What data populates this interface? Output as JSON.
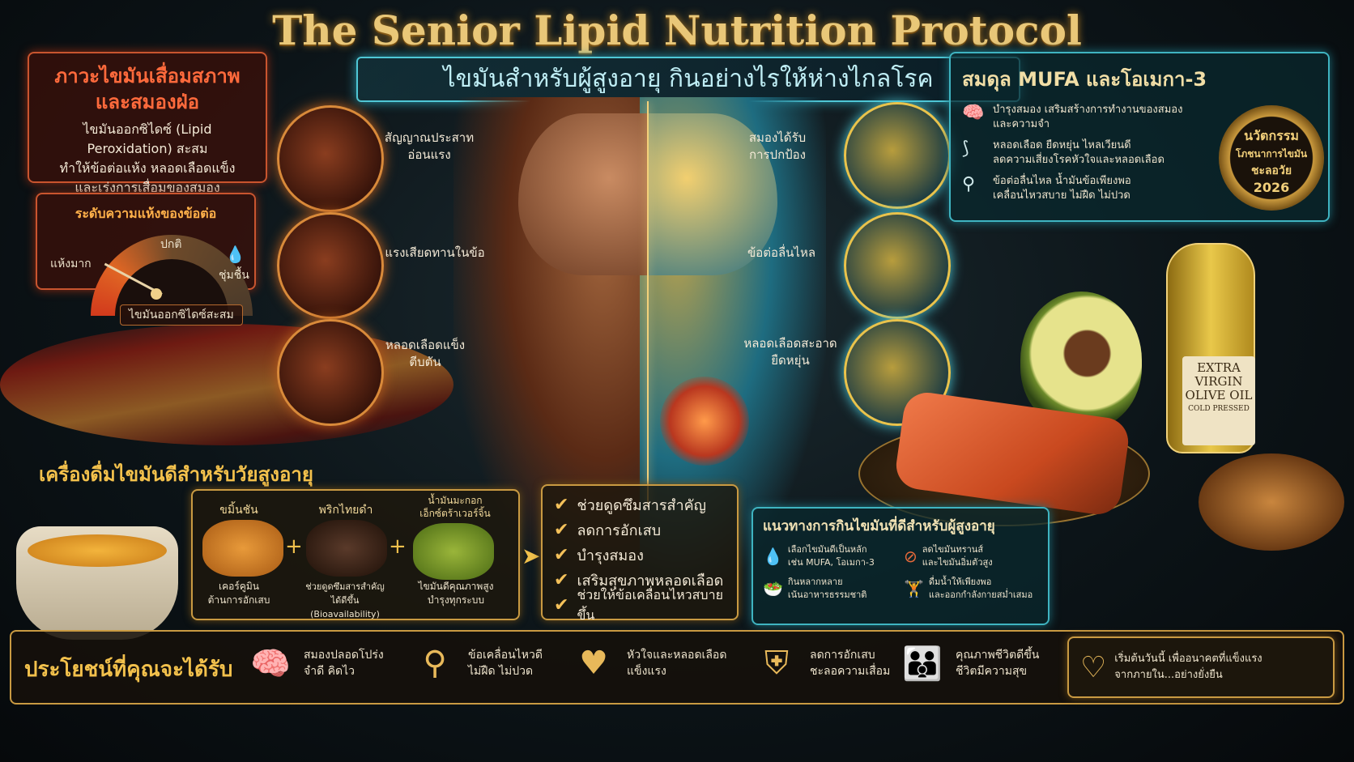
{
  "title": "The Senior Lipid Nutrition Protocol",
  "subtitle": "ไขมันสำหรับผู้สูงอายุ กินอย่างไรให้ห่างไกลโรค",
  "left_panel": {
    "heading_line1": "ภาวะไขมันเสื่อมสภาพ",
    "heading_line2": "และสมองฝ่อ",
    "body_line1": "ไขมันออกซิไดซ์ (Lipid Peroxidation) สะสม",
    "body_line2": "ทำให้ข้อต่อแห้ง หลอดเลือดแข็ง",
    "body_line3": "และเร่งการเสื่อมของสมอง"
  },
  "gauge": {
    "title": "ระดับความแห้งของข้อต่อ",
    "label_dry": "แห้งมาก",
    "label_normal": "ปกติ",
    "label_moist": "ชุ่มชื้น"
  },
  "vessel_label": "ไขมันออกซิไดซ์สะสม",
  "left_circles": [
    {
      "label_line1": "สัญญาณประสาท",
      "label_line2": "อ่อนแรง"
    },
    {
      "label_line1": "แรงเสียดทานในข้อ",
      "label_line2": ""
    },
    {
      "label_line1": "หลอดเลือดแข็ง",
      "label_line2": "ตีบตัน"
    }
  ],
  "right_circles": [
    {
      "label_line1": "สมองได้รับ",
      "label_line2": "การปกป้อง"
    },
    {
      "label_line1": "ข้อต่อลื่นไหล",
      "label_line2": ""
    },
    {
      "label_line1": "หลอดเลือดสะอาด",
      "label_line2": "ยืดหยุ่น"
    }
  ],
  "right_panel": {
    "heading": "สมดุล MUFA และโอเมกา-3",
    "items": [
      {
        "icon": "brain-icon",
        "line1": "บำรุงสมอง เสริมสร้างการทำงานของสมอง",
        "line2": "และความจำ"
      },
      {
        "icon": "blood-vessel-icon",
        "line1": "หลอดเลือด ยืดหยุ่น ไหลเวียนดี",
        "line2": "ลดความเสี่ยงโรคหัวใจและหลอดเลือด"
      },
      {
        "icon": "joint-icon",
        "line1": "ข้อต่อลื่นไหล น้ำมันข้อเพียงพอ",
        "line2": "เคลื่อนไหวสบาย ไม่ฝืด ไม่ปวด"
      }
    ]
  },
  "badge": {
    "line1": "นวัตกรรม",
    "line2": "โภชนาการไขมัน",
    "line3": "ชะลอวัย",
    "line4": "2026"
  },
  "oil_label": {
    "line1": "EXTRA",
    "line2": "VIRGIN",
    "line3": "OLIVE OIL",
    "line4": "COLD PRESSED"
  },
  "drink_panel": {
    "heading": "เครื่องดื่มไขมันดีสำหรับวัยสูงอายุ",
    "ingredients": [
      {
        "name": "ขมิ้นชัน",
        "desc_line1": "เคอร์คูมิน",
        "desc_line2": "ต้านการอักเสบ"
      },
      {
        "name": "พริกไทยดำ",
        "desc_line1": "ช่วยดูดซึมสารสำคัญ",
        "desc_line2": "ได้ดีขึ้น (Bioavailability)"
      },
      {
        "name": "น้ำมันมะกอก\nเอ็กซ์ตร้าเวอร์จิ้น",
        "name_line1": "น้ำมันมะกอก",
        "name_line2": "เอ็กซ์ตร้าเวอร์จิ้น",
        "desc_line1": "ไขมันดีคุณภาพสูง",
        "desc_line2": "บำรุงทุกระบบ"
      }
    ],
    "plus": "+"
  },
  "checklist": [
    "ช่วยดูดซึมสารสำคัญ",
    "ลดการอักเสบ",
    "บำรุงสมอง",
    "เสริมสุขภาพหลอดเลือด",
    "ช่วยให้ข้อเคลื่อนไหวสบายขึ้น"
  ],
  "guide_panel": {
    "heading": "แนวทางการกินไขมันที่ดีสำหรับผู้สูงอายุ",
    "items": [
      {
        "icon": "oil-drop-icon",
        "line1": "เลือกไขมันดีเป็นหลัก",
        "line2": "เช่น MUFA, โอเมกา-3"
      },
      {
        "icon": "no-trans-fat-icon",
        "line1": "ลดไขมันทรานส์",
        "line2": "และไขมันอิ่มตัวสูง"
      },
      {
        "icon": "salad-bowl-icon",
        "line1": "กินหลากหลาย",
        "line2": "เน้นอาหารธรรมชาติ"
      },
      {
        "icon": "dumbbell-icon",
        "line1": "ดื่มน้ำให้เพียงพอ",
        "line2": "และออกกำลังกายสม่ำเสมอ"
      }
    ]
  },
  "footer": {
    "heading": "ประโยชน์ที่คุณจะได้รับ",
    "benefits": [
      {
        "icon": "brain-icon",
        "line1": "สมองปลอดโปร่ง",
        "line2": "จำดี คิดไว"
      },
      {
        "icon": "joint-icon",
        "line1": "ข้อเคลื่อนไหวดี",
        "line2": "ไม่ฝืด ไม่ปวด"
      },
      {
        "icon": "heart-pulse-icon",
        "line1": "หัวใจและหลอดเลือด",
        "line2": "แข็งแรง"
      },
      {
        "icon": "shield-icon",
        "line1": "ลดการอักเสบ",
        "line2": "ชะลอความเสื่อม"
      },
      {
        "icon": "family-icon",
        "line1": "คุณภาพชีวิตดีขึ้น",
        "line2": "ชีวิตมีความสุข"
      }
    ],
    "cta_line1": "เริ่มต้นวันนี้ เพื่ออนาคตที่แข็งแรง",
    "cta_line2": "จากภายใน...อย่างยั่งยืน"
  }
}
